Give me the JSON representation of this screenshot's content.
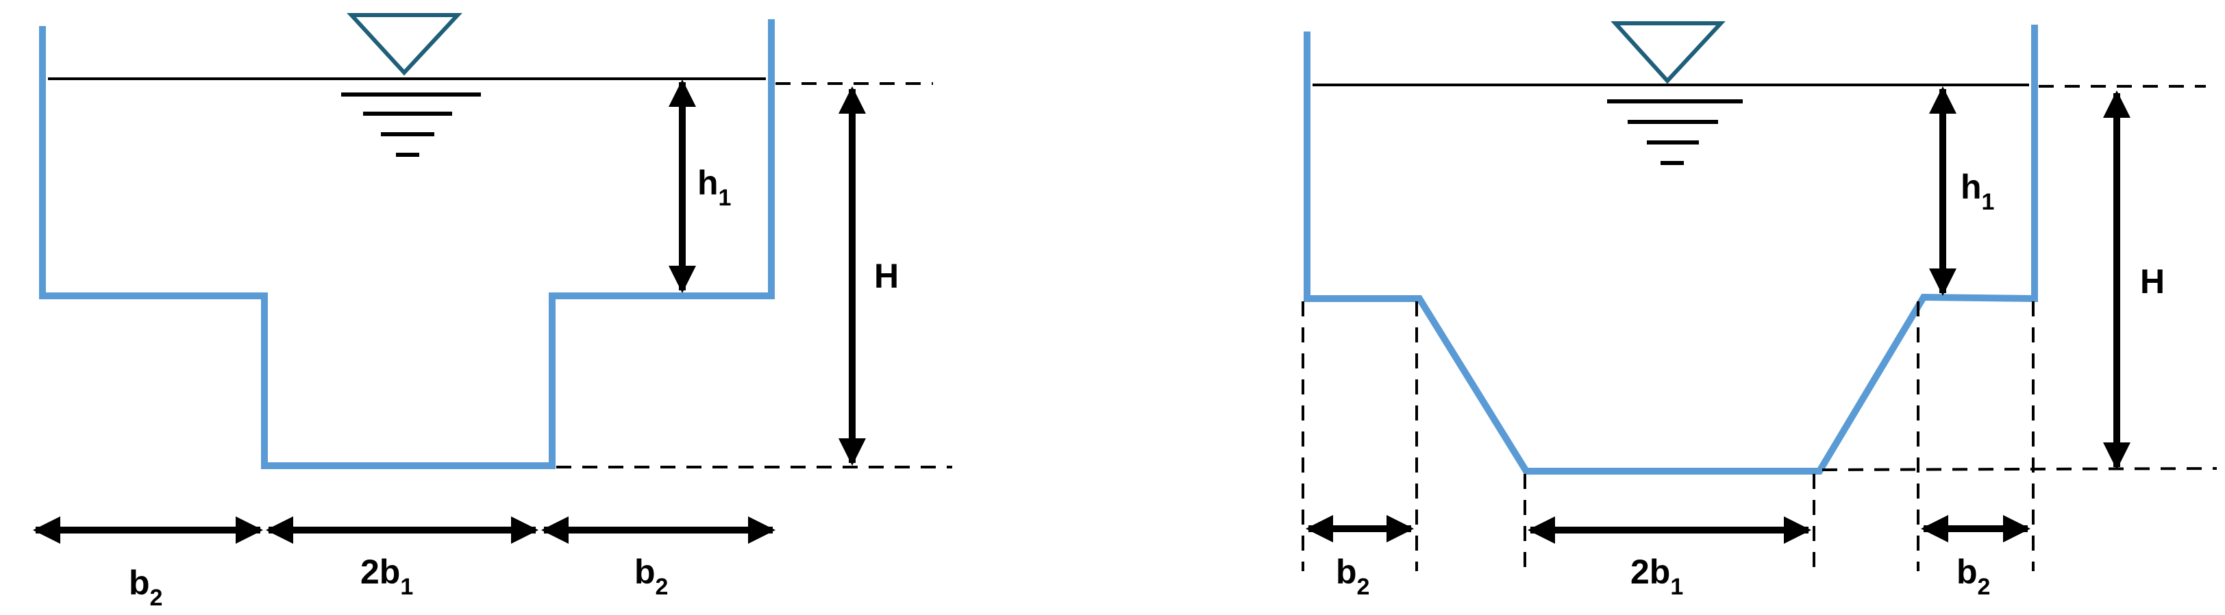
{
  "colors": {
    "channel": "#5b9bd5",
    "water_symbol": "#1f5f7a",
    "ink": "#000000"
  },
  "left_diagram": {
    "labels": {
      "h1_main": "h",
      "h1_sub": "1",
      "H": "H",
      "b2_left_main": "b",
      "b2_left_sub": "2",
      "center_main": "2b",
      "center_sub": "1",
      "b2_right_main": "b",
      "b2_right_sub": "2"
    }
  },
  "right_diagram": {
    "labels": {
      "h1_main": "h",
      "h1_sub": "1",
      "H": "H",
      "b2_left_main": "b",
      "b2_left_sub": "2",
      "center_main": "2b",
      "center_sub": "1",
      "b2_right_main": "b",
      "b2_right_sub": "2"
    }
  }
}
